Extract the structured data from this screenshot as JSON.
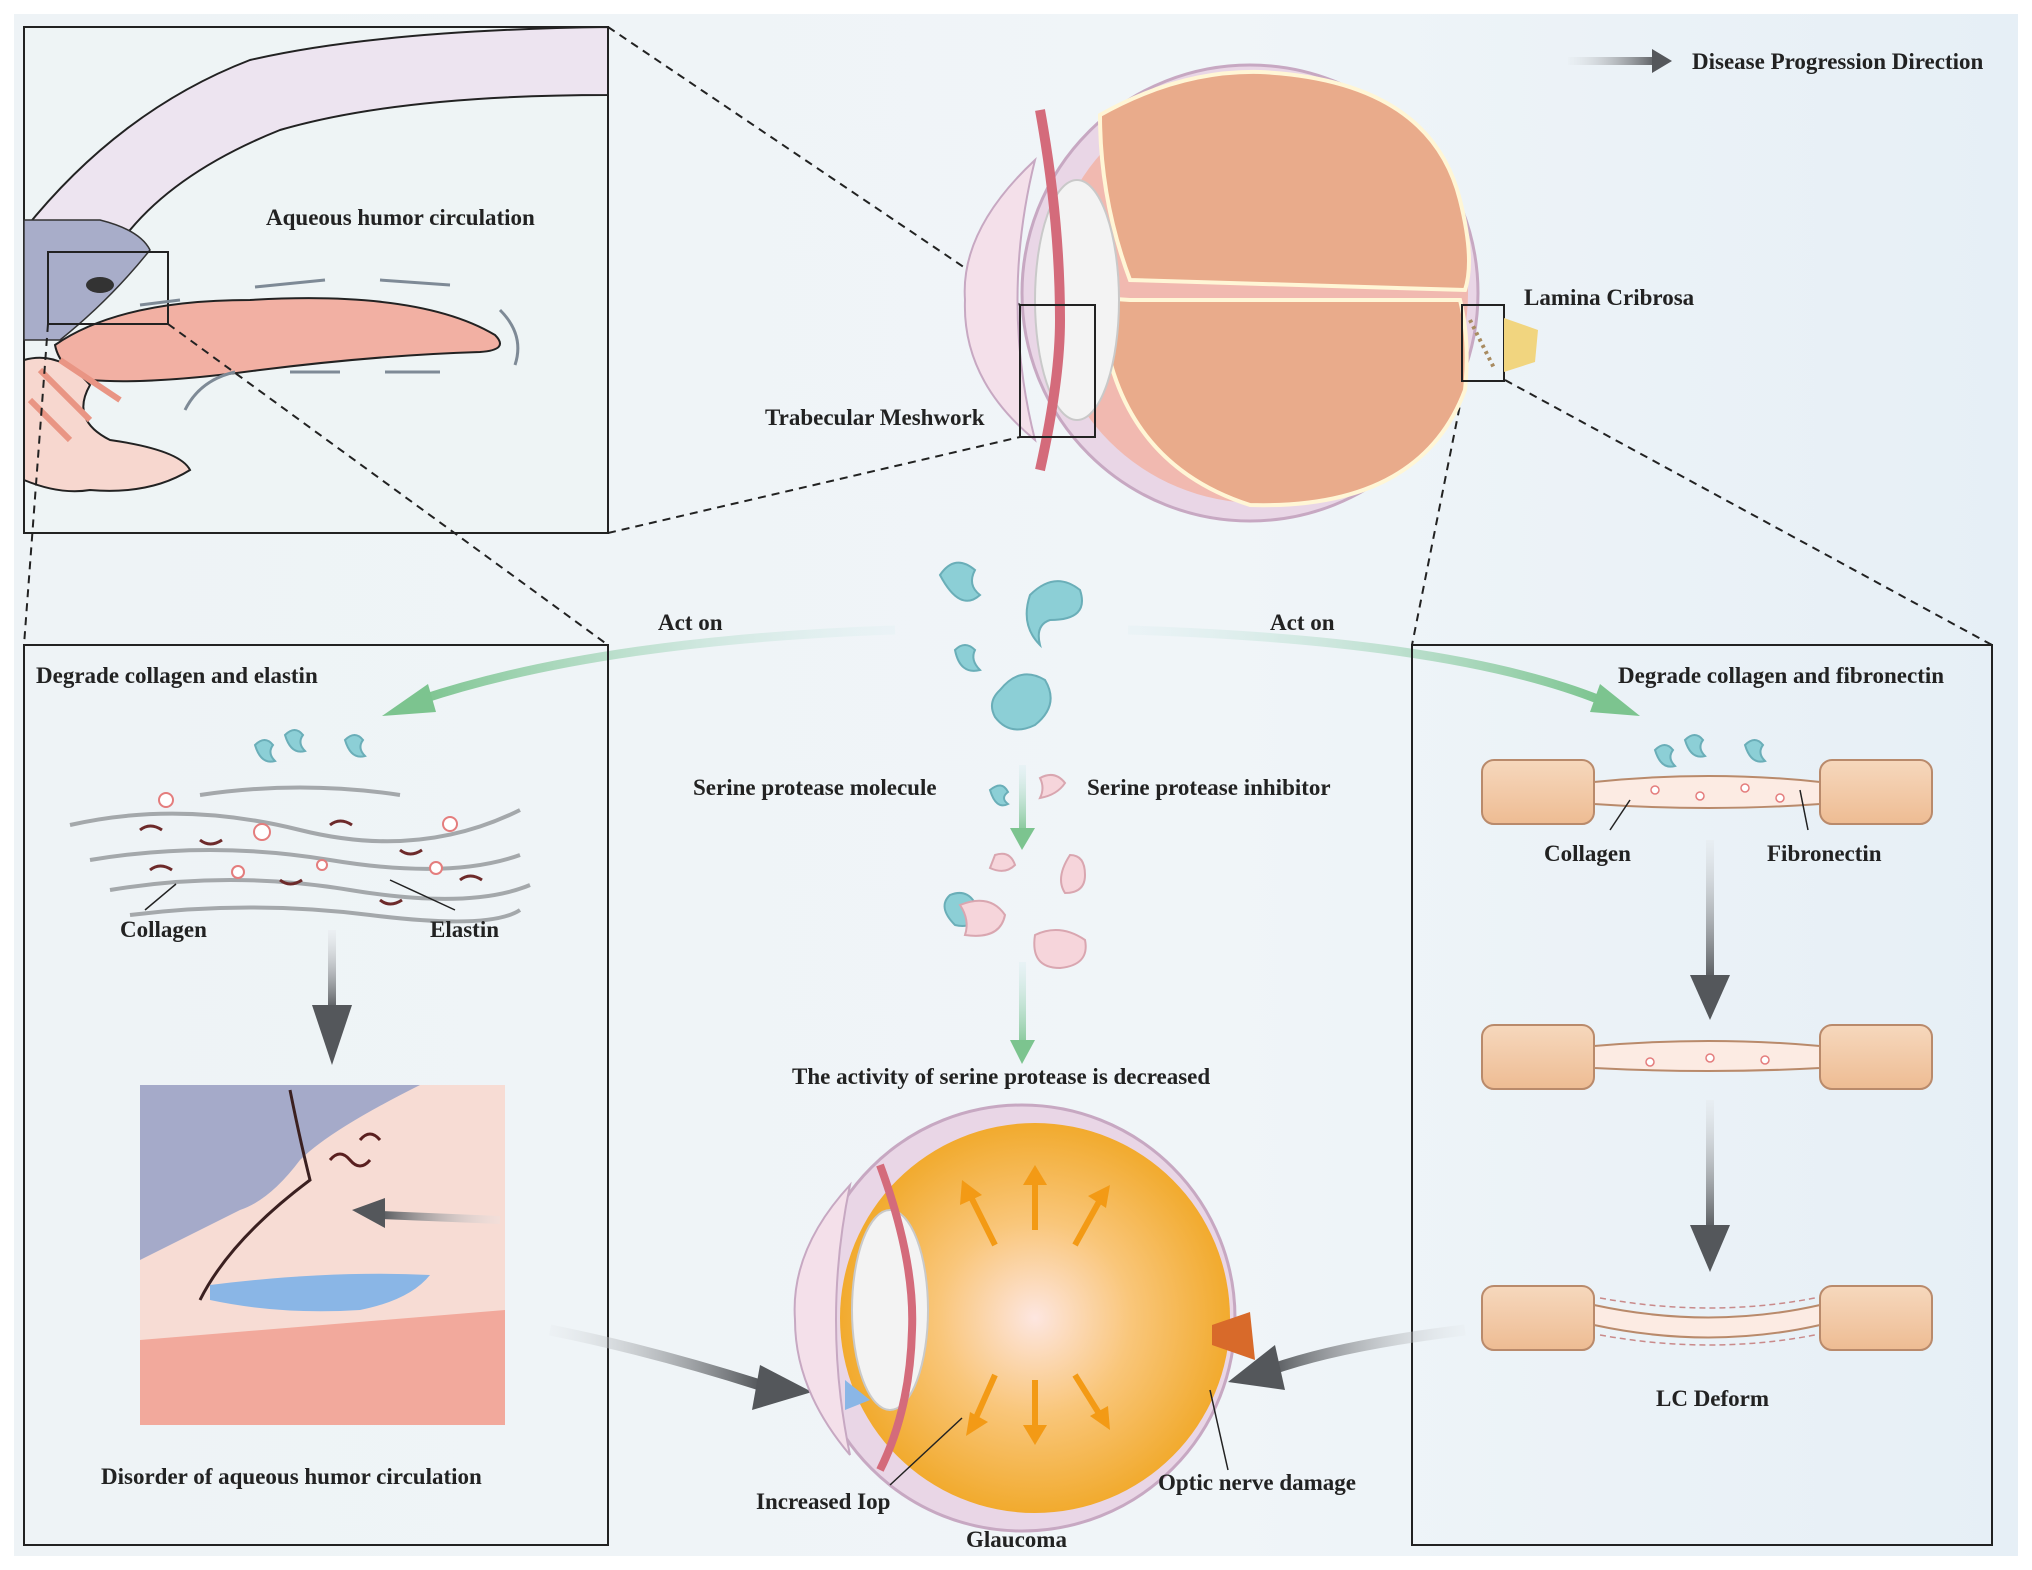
{
  "labels": {
    "legend": "Disease Progression Direction",
    "aqueous_circulation": "Aqueous humor circulation",
    "lamina_cribrosa": "Lamina Cribrosa",
    "trabecular_meshwork": "Trabecular Meshwork",
    "act_on_left": "Act  on",
    "act_on_right": "Act  on",
    "degrade_left": "Degrade collagen and elastin",
    "degrade_right": "Degrade collagen and fibronectin",
    "serine_molecule": "Serine protease molecule",
    "serine_inhibitor": "Serine protease inhibitor",
    "collagen_left": "Collagen",
    "elastin": "Elastin",
    "collagen_right": "Collagen",
    "fibronectin": "Fibronectin",
    "activity_decreased": "The activity of serine protease is decreased",
    "lc_deform": "LC Deform",
    "disorder": "Disorder of aqueous humor circulation",
    "increased_iop": "Increased Iop",
    "optic_nerve": "Optic nerve damage",
    "glaucoma": "Glaucoma"
  },
  "colors": {
    "green_arrow": "#7cc48f",
    "gray_arrow": "#5c5f63",
    "sclera": "#d9b3c8",
    "vitreous": "#e9ab8b",
    "glaucoma_fill": "#f6b431",
    "lc_yellow": "#f1d57f",
    "protease": "#8ccfd6",
    "bar": "#f2c9a4"
  },
  "icons": [
    "arrow-right-icon",
    "green-arrow-icon",
    "gray-arrow-icon",
    "eye-icon",
    "protease-icon",
    "inhibitor-icon"
  ]
}
